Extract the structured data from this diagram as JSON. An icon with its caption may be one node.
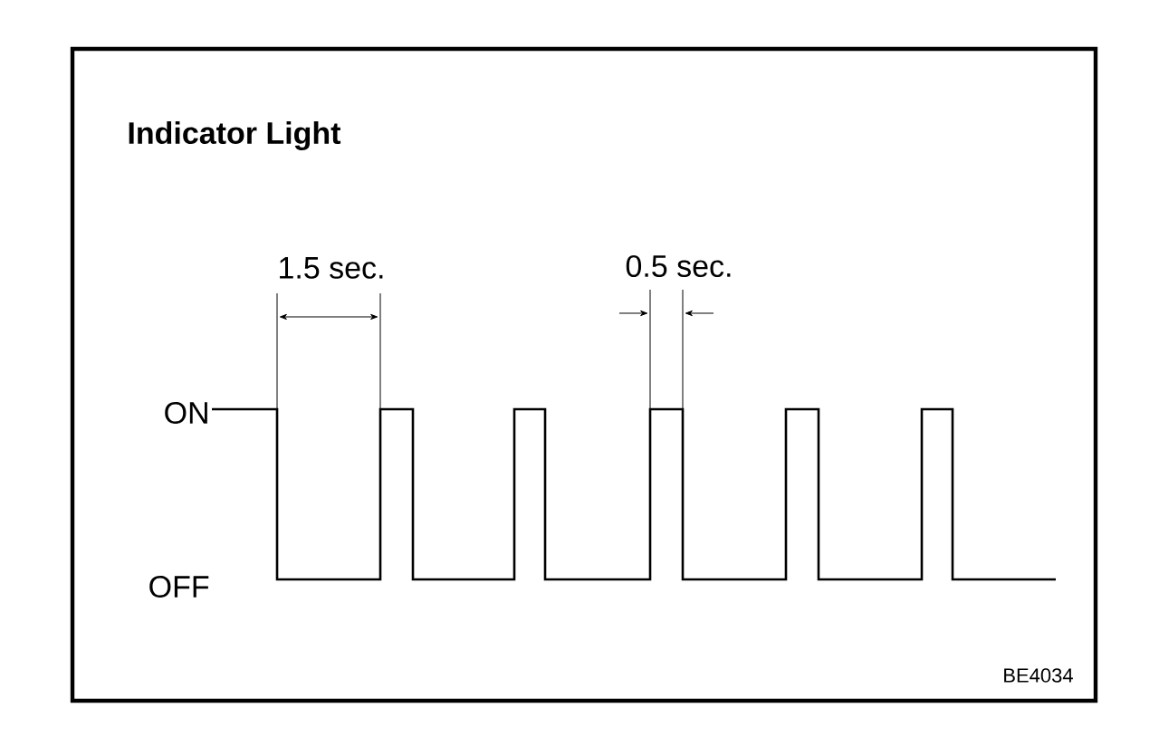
{
  "diagram": {
    "title": "Indicator Light",
    "labels": [
      "1.5 sec.",
      "0.5 sec.",
      "ON",
      "OFF",
      "BE4034"
    ]
  }
}
